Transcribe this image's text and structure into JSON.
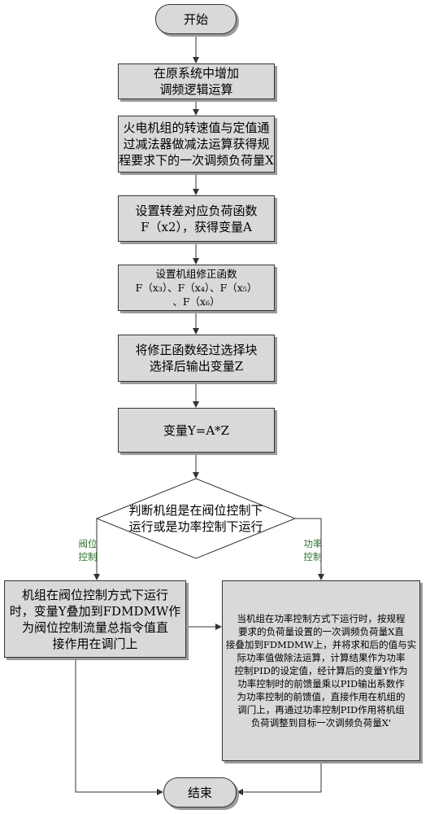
{
  "nodes": {
    "start": "开始",
    "step1": "在原系统中增加\n调频逻辑运算",
    "step2": "火电机组的转速值与定值通\n过减法器做减法运算获得规\n程要求下的一次调频负荷量X",
    "step3": "设置转差对应负荷函数\nF（x2），获得变量A",
    "step4": "设置机组修正函数\nF（x₃）、F（x₄）、F（x₅）\n、F（x₆）",
    "step5": "将修正函数经过选择块\n选择后输出变量Z",
    "step6": "变量Y=A*Z",
    "decision": "判断机组是在阀位控制下\n运行或是功率控制下运行",
    "valve_box": "机组在阀位控制方式下运行\n时，变量Y叠加到FDMDMW作\n为阀位控制流量总指令值直\n接作用在调门上",
    "power_box": "当机组在功率控制方式下运行时，按规程\n要求的负荷量设置的一次调频负荷量X直\n接叠加到FDMDMW上，并将求和后的值与实\n际功率值做除法运算，计算结果作为功率\n控制PID的设定值，经计算后的变量Y作为\n功率控制时的前馈量乘以PID输出系数作\n为功率控制的前馈值，直接作用在机组的\n调门上，再通过功率控制PID作用将机组\n负荷调整到目标一次调频负荷量X'",
    "end": "结束"
  },
  "labels": {
    "valve": "阀位\n控制",
    "power": "功率\n控制"
  }
}
